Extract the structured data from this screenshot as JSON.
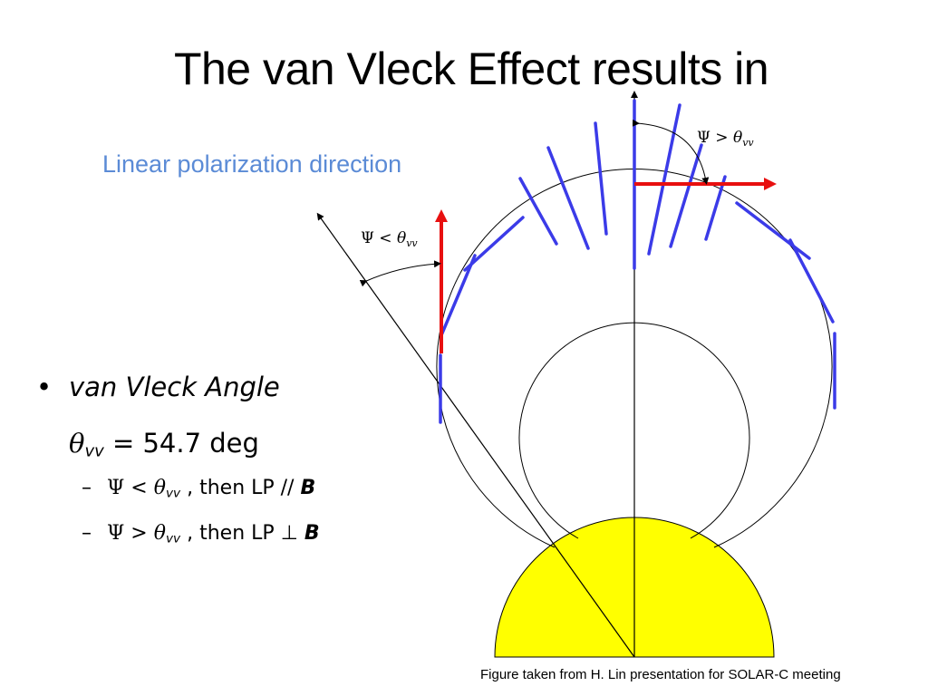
{
  "slide": {
    "title": "The van Vleck Effect results in",
    "lp_label": "Linear polarization direction",
    "bullets": {
      "b1_marker": "•",
      "b1_text": "van Vleck Angle",
      "b2_theta": "θ",
      "b2_sub": "vv",
      "b2_text": " = 54.7 deg",
      "b3_dash": "–",
      "b3_psi": "Ψ",
      "b3_op": " < ",
      "b3_theta": "θ",
      "b3_sub": "vv",
      "b3_text": " , then LP // ",
      "b3_bold": "B",
      "b4_dash": "–",
      "b4_psi": "Ψ",
      "b4_op": " > ",
      "b4_theta": "θ",
      "b4_sub": "vv",
      "b4_text": " , then LP ⊥ ",
      "b4_bold": "B"
    },
    "figure": {
      "label_top_psi": "Ψ > ",
      "label_top_theta": "θ",
      "label_top_sub": "vv",
      "label_left_psi": "Ψ < ",
      "label_left_theta": "θ",
      "label_left_sub": "vv"
    },
    "caption": "Figure taken from  H. Lin presentation for SOLAR-C meeting"
  },
  "colors": {
    "sun": "#ffff00",
    "polarization_bar": "#3b3be8",
    "arrow_red": "#e81010",
    "label_blue": "#5b8bd6"
  }
}
